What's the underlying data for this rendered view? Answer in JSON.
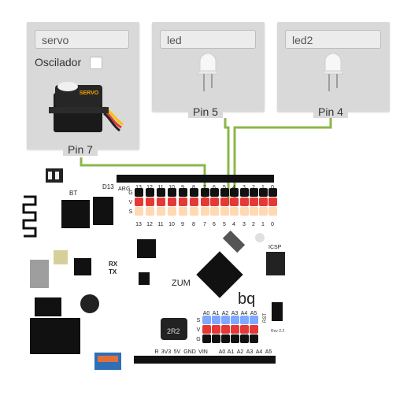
{
  "components": {
    "servo": {
      "name": "servo",
      "option_label": "Oscilador",
      "option_checked": false,
      "pin_label": "Pin 7",
      "icon_text": "SERVO"
    },
    "led": {
      "name": "led",
      "pin_label": "Pin 5"
    },
    "led2": {
      "name": "led2",
      "pin_label": "Pin 4"
    }
  },
  "board": {
    "model": "ZUM",
    "brand": "bq",
    "bt_label": "BT",
    "d13_label": "D13",
    "icsp_label": "ICSP",
    "rst_label": "RST",
    "rev_label": "Rev 2.2",
    "rx_label": "RX",
    "tx_label": "TX",
    "inductor_label": "2R2",
    "top_left_labels": [
      "AR",
      "G"
    ],
    "digital_high_labels": [
      "13",
      "12",
      "11",
      "10",
      "9",
      "8"
    ],
    "digital_low_labels": [
      "7",
      "6",
      "5",
      "4",
      "3",
      "2",
      "1",
      "0"
    ],
    "row_labels": [
      "G",
      "V",
      "S"
    ],
    "analog_labels": [
      "A0",
      "A1",
      "A2",
      "A3",
      "A4",
      "A5"
    ],
    "power_labels": [
      "R",
      "3V3",
      "5V",
      "GND",
      "VIN"
    ],
    "colors": {
      "signal": "#ffd9b3",
      "vcc": "#e53935",
      "gnd": "#111111",
      "wire": "#8cb64a",
      "analog_signal": "#7fa8ff"
    }
  }
}
